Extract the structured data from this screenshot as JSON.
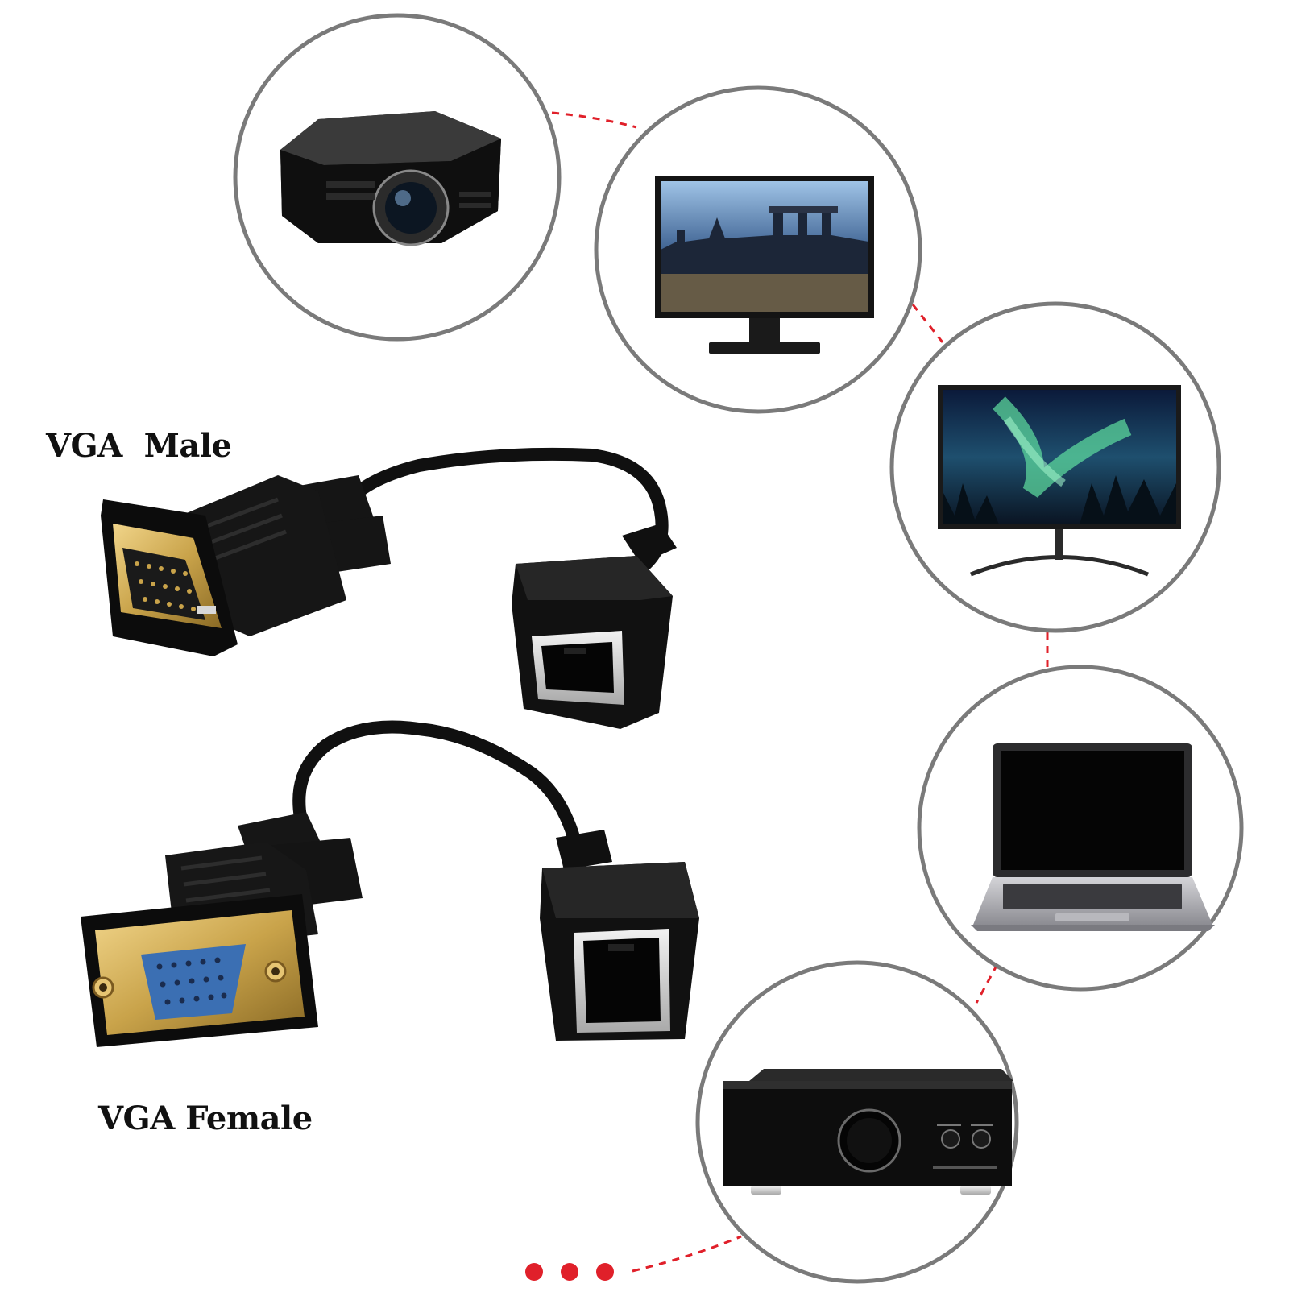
{
  "labels": {
    "vga_male": "VGA  Male",
    "vga_female": "VGA Female"
  },
  "devices": [
    {
      "name": "projector",
      "icon": "projector-icon"
    },
    {
      "name": "monitor",
      "icon": "monitor-icon"
    },
    {
      "name": "tv",
      "icon": "tv-icon"
    },
    {
      "name": "laptop",
      "icon": "laptop-icon"
    },
    {
      "name": "amplifier",
      "icon": "amplifier-icon"
    }
  ],
  "colors": {
    "circle_border": "#7a7a7a",
    "connector_dash": "#e0202a",
    "connector_black": "#111111",
    "gold": "#c9a34a",
    "vga_blue": "#3b6fb3"
  }
}
